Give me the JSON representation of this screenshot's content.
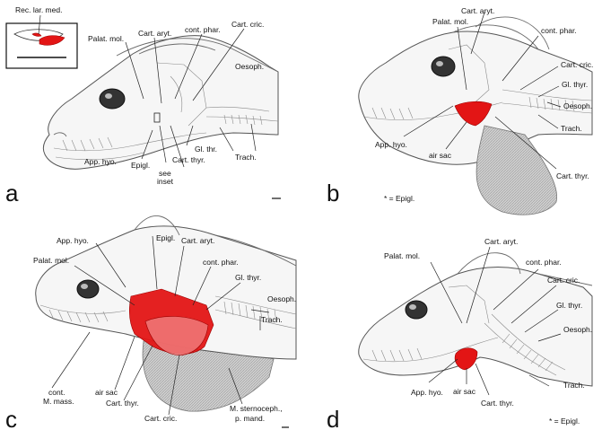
{
  "panels": {
    "a": {
      "letter": "a",
      "inset": "Rec. lar. med.",
      "labels": {
        "palat_mol": "Palat. mol.",
        "cart_aryt": "Cart. aryt.",
        "cont_phar": "cont. phar.",
        "cart_cric": "Cart. cric.",
        "oesoph": "Oesoph.",
        "app_hyo": "App. hyo.",
        "epigl": "Epigl.",
        "see_inset_1": "see",
        "see_inset_2": "inset",
        "cart_thyr": "Cart. thyr.",
        "gl_thr": "Gl. thr.",
        "trach": "Trach."
      }
    },
    "b": {
      "letter": "b",
      "note": "* = Epigl.",
      "labels": {
        "cart_aryt": "Cart. aryt.",
        "palat_mol": "Palat. mol.",
        "cont_phar": "cont. phar.",
        "cart_cric": "Cart. cric.",
        "gl_thyr": "Gl. thyr.",
        "oesoph": "Oesoph.",
        "trach": "Trach.",
        "app_hyo": "App. hyo.",
        "air_sac": "air sac",
        "cart_thyr": "Cart. thyr."
      }
    },
    "c": {
      "letter": "c",
      "labels": {
        "app_hyo": "App. hyo.",
        "epigl": "Epigl.",
        "cart_aryt": "Cart. aryt.",
        "palat_mol": "Palat. mol.",
        "cont_phar": "cont. phar.",
        "gl_thyr": "Gl. thyr.",
        "oesoph": "Oesoph.",
        "trach": "Trach.",
        "cont_m_mass_1": "cont.",
        "cont_m_mass_2": "M. mass.",
        "air_sac": "air sac",
        "cart_thyr": "Cart. thyr.",
        "cart_cric": "Cart. cric.",
        "m_sternoceph_1": "M. sternoceph.,",
        "m_sternoceph_2": "p. mand."
      }
    },
    "d": {
      "letter": "d",
      "note": "* = Epigl.",
      "labels": {
        "cart_aryt": "Cart. aryt.",
        "palat_mol": "Palat. mol.",
        "cont_phar": "cont. phar.",
        "cart_cric": "Cart. cric.",
        "gl_thyr": "Gl. thyr.",
        "oesoph": "Oesoph.",
        "trach": "Trach.",
        "app_hyo": "App. hyo.",
        "air_sac": "air sac",
        "cart_thyr": "Cart. thyr."
      }
    }
  },
  "colors": {
    "highlight": "#e31515",
    "line": "#222222",
    "background": "#ffffff"
  }
}
